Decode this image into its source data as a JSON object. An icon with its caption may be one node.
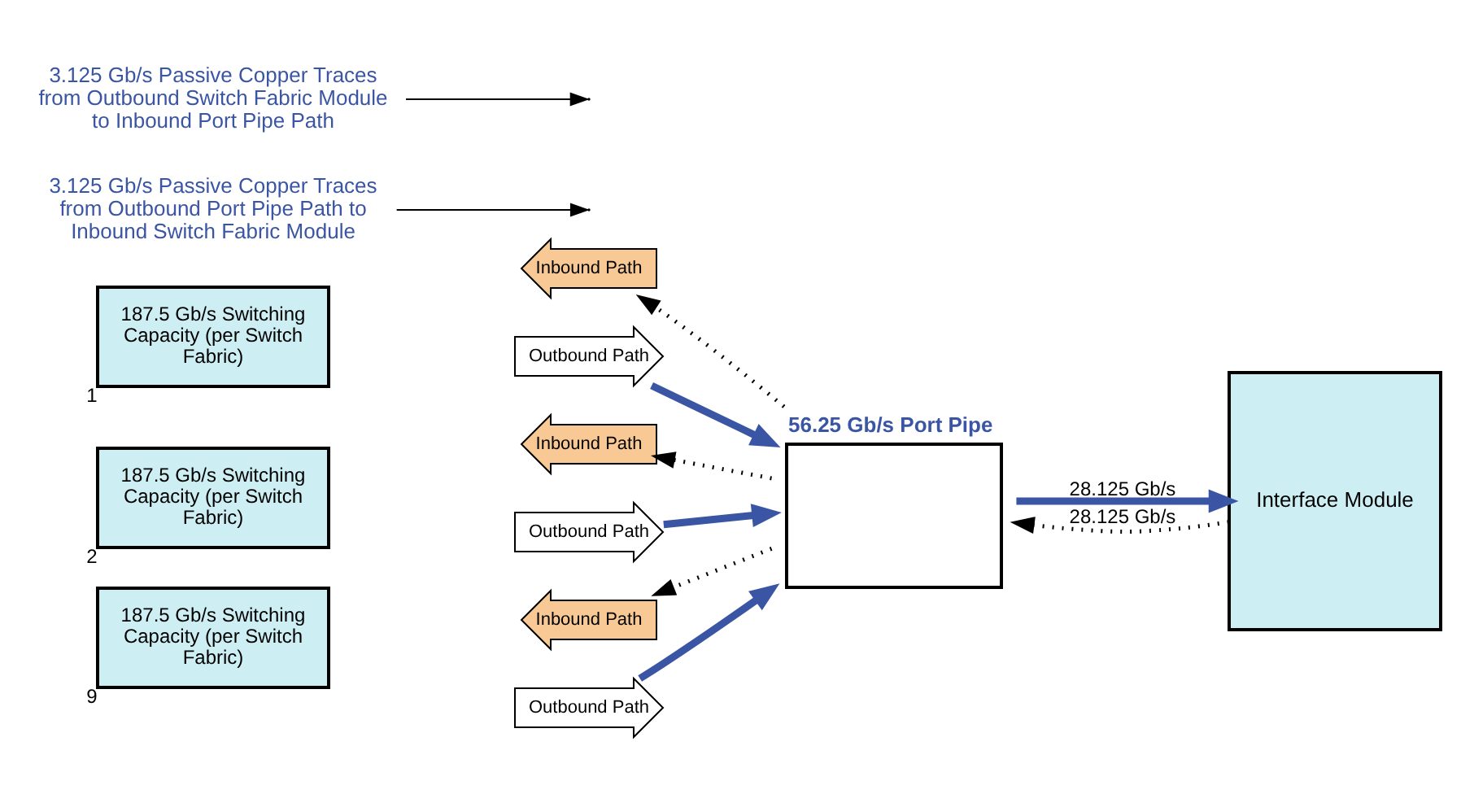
{
  "diagram": {
    "nodes": [
      {
        "text": [
          "187.5 Gb/s Switching Capacity (per Switch Fabric)"
        ],
        "beside": [
          "1"
        ]
      },
      {
        "text": [
          "Inbound Path"
        ]
      },
      {
        "text": [
          "Outbound Path"
        ]
      },
      {
        "text": [
          "187.5 Gb/s Switching Capacity (per Switch Fabric)"
        ],
        "beside": [
          "2"
        ]
      },
      {
        "text": [
          "Inbound Path"
        ]
      },
      {
        "text": [
          "Outbound Path"
        ]
      },
      {
        "text": [
          "187.5 Gb/s Switching Capacity (per Switch Fabric)"
        ],
        "beside": [
          "9"
        ]
      },
      {
        "text": [
          "Inbound Path"
        ]
      },
      {
        "text": [
          "Outbound Path"
        ]
      },
      {
        "text": [
          "56.25 Gb/s Port Pipe"
        ]
      },
      {
        "text": [
          "Interface Module"
        ]
      },
      {
        "text": [
          "3.125 Gb/s Passive Copper Traces from Outbound Port Pipe Path to Inbound Switch Fabric Module"
        ]
      },
      {
        "text": [
          "3.125 Gb/s Passive Copper Traces from Outbound Switch Fabric Module to Inbound Port Pipe Path"
        ]
      }
    ],
    "edges": [
      {
        "from": 9,
        "to": 1,
        "arrow": "to",
        "style": "dashed"
      },
      {
        "from": 9,
        "to": 4,
        "arrow": "to",
        "style": "dashed"
      },
      {
        "from": 9,
        "to": 7,
        "arrow": "to",
        "style": "dashed"
      },
      {
        "from": 2,
        "to": 9,
        "arrow": "to",
        "style": "thick",
        "color": "#3a55a4"
      },
      {
        "from": 5,
        "to": 9,
        "arrow": "to",
        "style": "thick",
        "color": "#3a55a4"
      },
      {
        "from": 8,
        "to": 9,
        "arrow": "to",
        "style": "thick",
        "color": "#3a55a4"
      },
      {
        "from": 10,
        "to": 9,
        "arrow": "to",
        "style": "dashed",
        "label": "28.125 Gb/s"
      },
      {
        "from": 9,
        "to": 10,
        "arrow": "to",
        "style": "thick",
        "color": "#3a55a4",
        "label": "28.125 Gb/s"
      },
      {
        "from": 11,
        "to": null,
        "arrow": "to"
      },
      {
        "from": 12,
        "to": null,
        "arrow": "to"
      }
    ]
  }
}
